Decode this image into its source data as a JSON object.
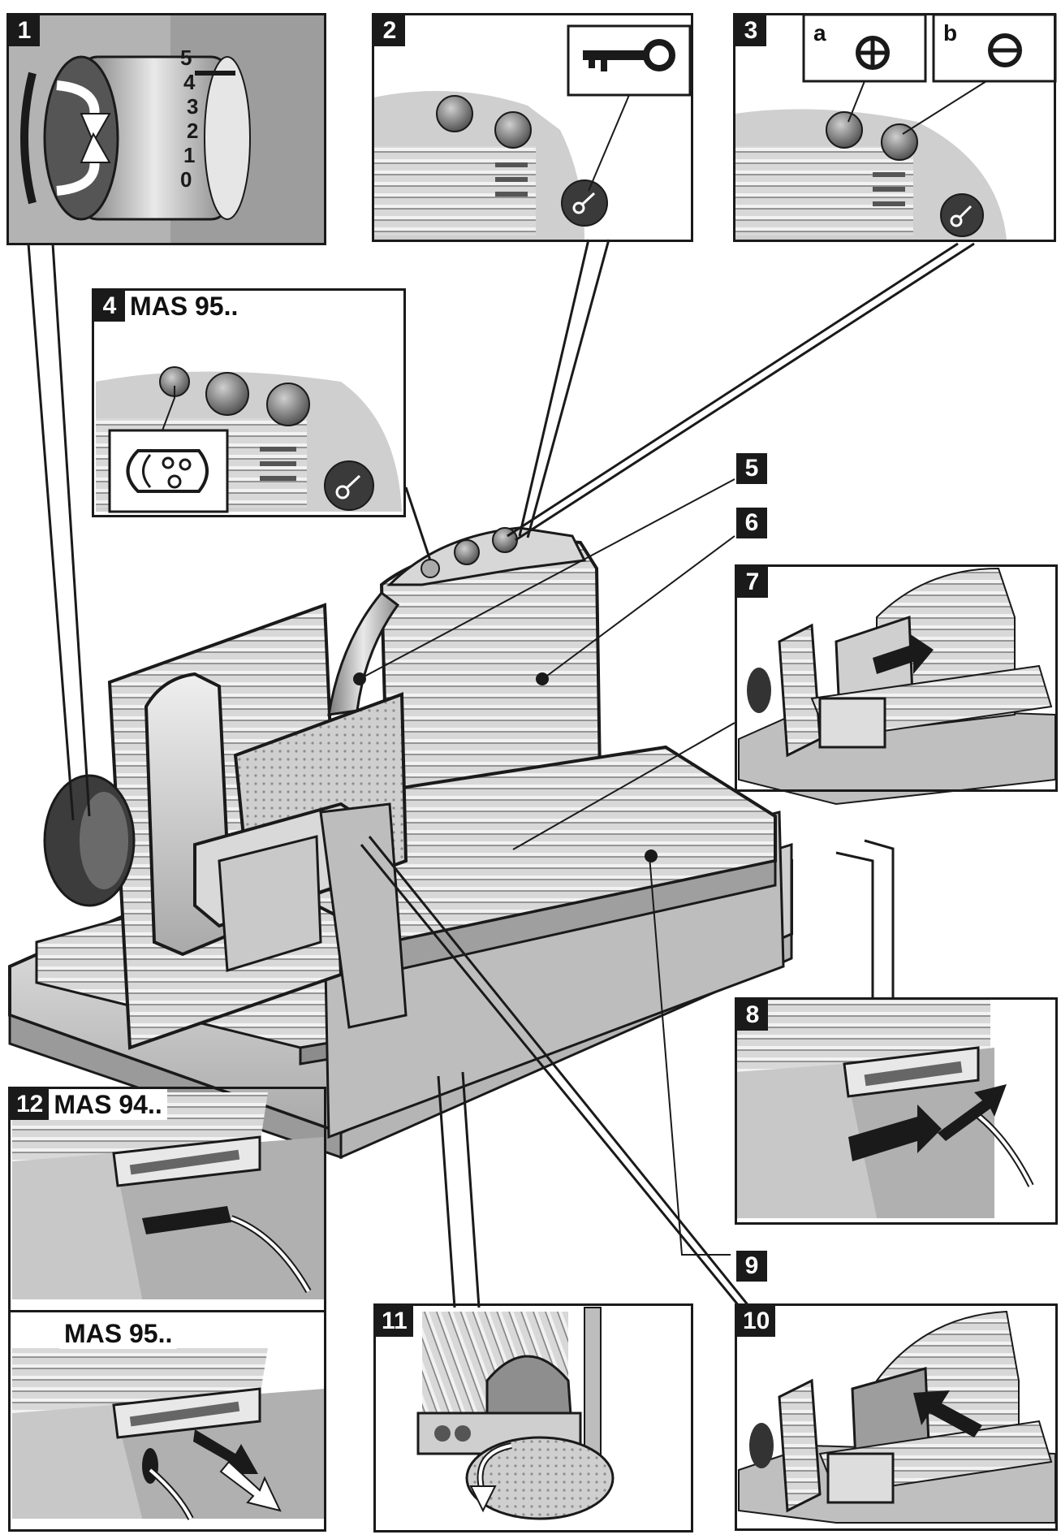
{
  "panels": {
    "p1": {
      "num": "1"
    },
    "p2": {
      "num": "2"
    },
    "p3": {
      "num": "3",
      "a": "a",
      "b": "b"
    },
    "p4": {
      "num": "4",
      "model": "MAS 95.."
    },
    "p5": {
      "num": "5"
    },
    "p6": {
      "num": "6"
    },
    "p7": {
      "num": "7"
    },
    "p8": {
      "num": "8"
    },
    "p9": {
      "num": "9"
    },
    "p10": {
      "num": "10"
    },
    "p11": {
      "num": "11"
    },
    "p12": {
      "num": "12",
      "model_top": "MAS 94..",
      "model_bottom": "MAS 95.."
    }
  },
  "dial": {
    "ticks": [
      "5",
      "4",
      "3",
      "2",
      "1",
      "0"
    ]
  },
  "colors": {
    "ink": "#1a1a1a",
    "metal": "#c9c9c9",
    "shade": "#8a8a8a",
    "light": "#ececec"
  }
}
